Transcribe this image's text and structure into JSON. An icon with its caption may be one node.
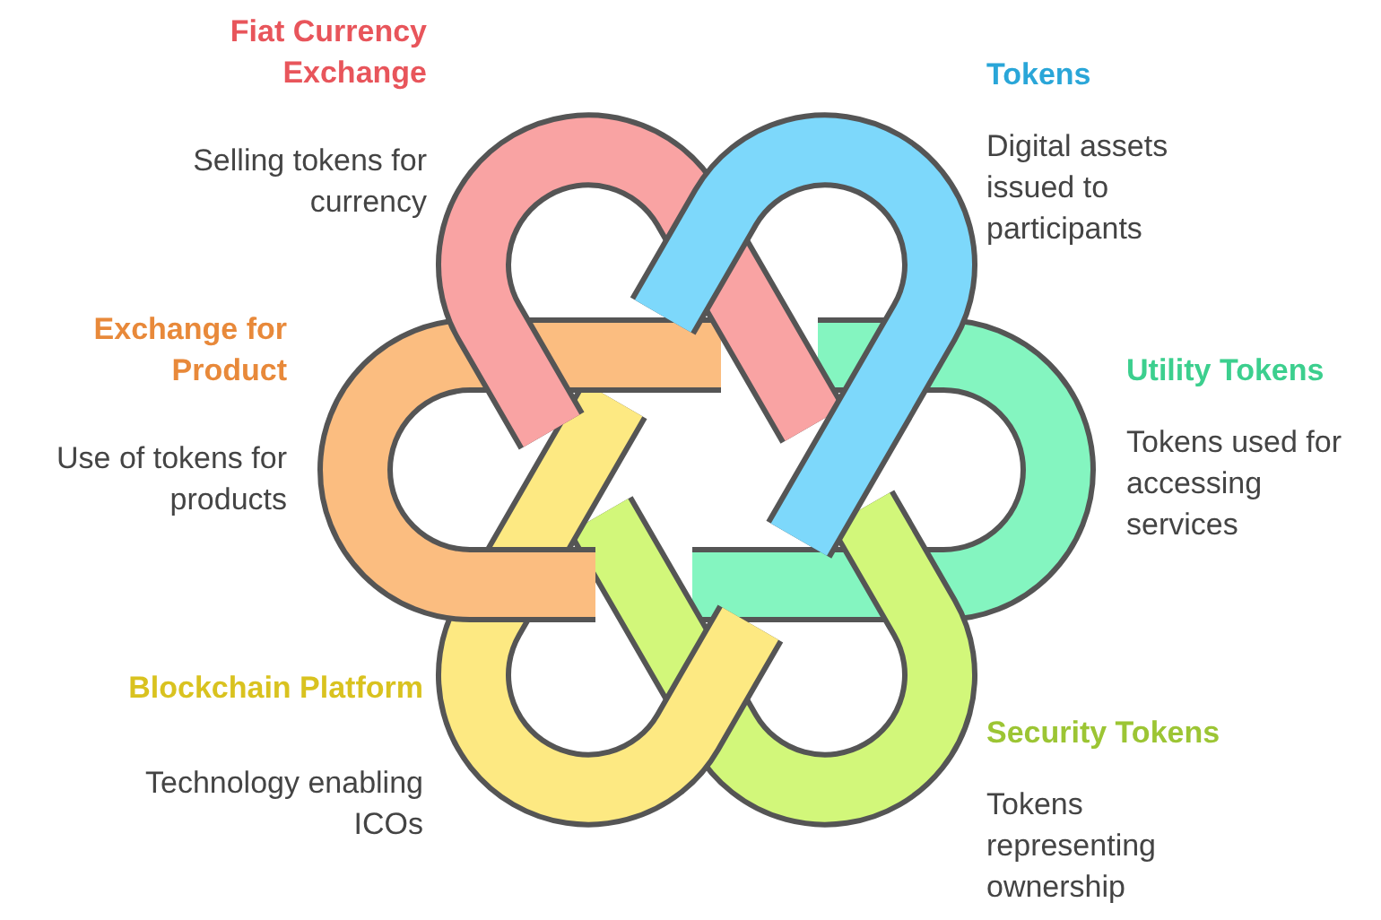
{
  "diagram": {
    "nodes": [
      {
        "text": [
          "Fiat Currency Exchange",
          "Selling tokens for currency"
        ]
      },
      {
        "text": [
          "Tokens",
          "Digital assets issued to participants"
        ]
      },
      {
        "text": [
          "Exchange for Product",
          "Use of tokens for products"
        ]
      },
      {
        "text": [
          "Utility Tokens",
          "Tokens used for accessing services"
        ]
      },
      {
        "text": [
          "Blockchain Platform",
          "Technology enabling ICOs"
        ]
      },
      {
        "text": [
          "Security Tokens",
          "Tokens representing ownership"
        ]
      }
    ]
  }
}
